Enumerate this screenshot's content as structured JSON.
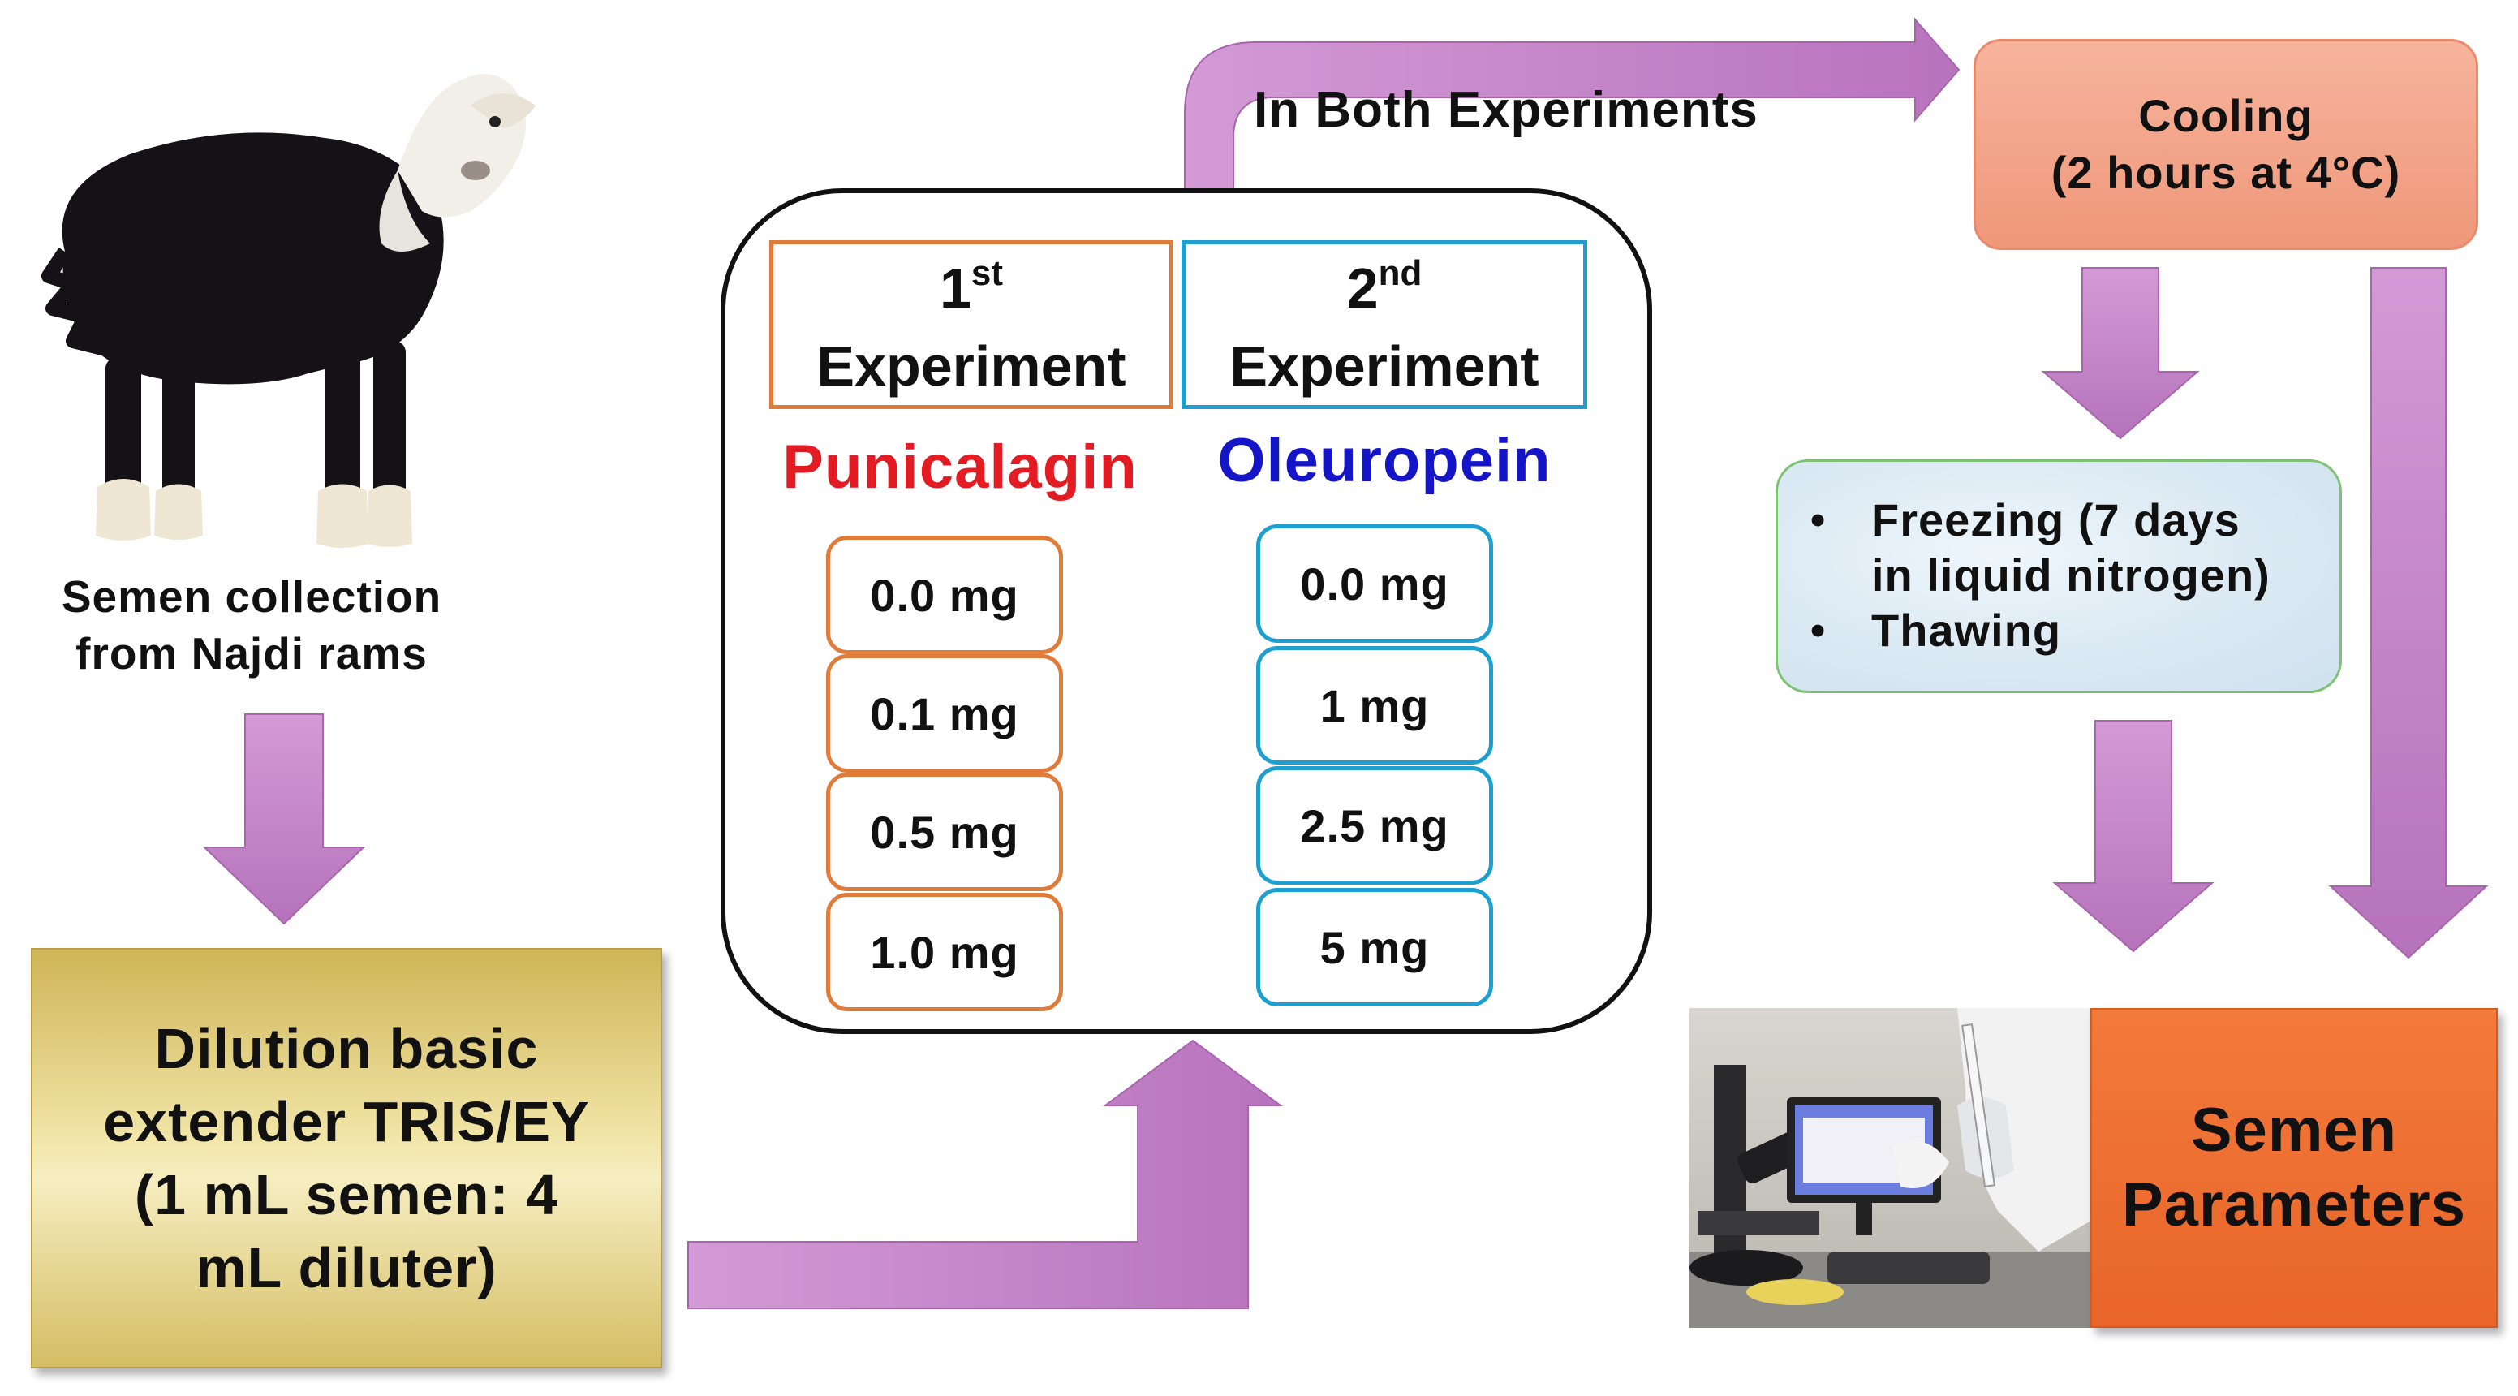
{
  "caption": {
    "line1": "Semen collection",
    "line2": "from Najdi rams"
  },
  "dilution": {
    "line1": "Dilution basic",
    "line2": "extender TRIS/EY",
    "line3": "(1 mL semen: 4",
    "line4": "mL diluter)"
  },
  "flow_label": "In Both Experiments",
  "experiments": [
    {
      "ordinal": "1",
      "ordinal_suffix": "st",
      "title": "Experiment",
      "compound": "Punicalagin",
      "doses": [
        "0.0 mg",
        "0.1 mg",
        "0.5 mg",
        "1.0 mg"
      ]
    },
    {
      "ordinal": "2",
      "ordinal_suffix": "nd",
      "title": "Experiment",
      "compound": "Oleuropein",
      "doses": [
        "0.0 mg",
        "1 mg",
        "2.5 mg",
        "5 mg"
      ]
    }
  ],
  "cooling": {
    "line1": "Cooling",
    "line2": "(2 hours at 4°C)"
  },
  "freezing": {
    "item1_line1": "Freezing (7 days",
    "item1_line2": "in liquid nitrogen)",
    "item2": "Thawing"
  },
  "result": {
    "line1": "Semen",
    "line2": "Parameters"
  },
  "colors": {
    "arrow": "#c27fc6",
    "arrow_dark": "#a864ad",
    "punicalagin": "#e31b23",
    "oleuropein": "#1515c8",
    "experiment1_border": "#e07b39",
    "experiment2_border": "#1d9fd0",
    "cooling_fill": "#f4a58a",
    "params_fill": "#ee6f30",
    "dilution_fill": "#e9d98c"
  },
  "icons": {
    "sheep": "sheep-photo",
    "lab": "lab-microscope-photo"
  }
}
